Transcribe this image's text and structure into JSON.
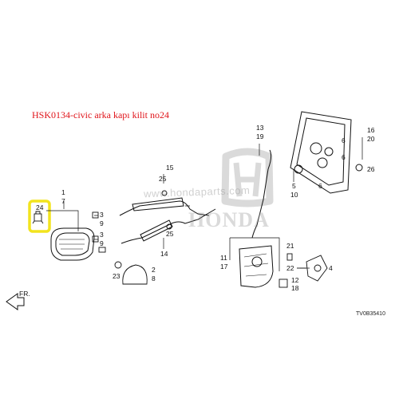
{
  "title": "HSK0134-civic arka kapı kilit no24",
  "watermark": {
    "url": "www.hondaparts.com",
    "brand": "HONDA"
  },
  "drawing_code": "TV0B35410",
  "direction": "FR.",
  "highlight_color": "#f2e41e",
  "title_color": "#e0141a",
  "callouts": {
    "n24": "24",
    "n1": "1",
    "n7": "7",
    "n3a": "3",
    "n9a": "9",
    "n3b": "3",
    "n9b": "9",
    "n15": "15",
    "n25a": "25",
    "n25b": "25",
    "n14": "14",
    "n23": "23",
    "n2": "2",
    "n8": "8",
    "n13": "13",
    "n19": "19",
    "n16": "16",
    "n20": "20",
    "n6a": "6",
    "n6b": "6",
    "n6c": "6",
    "n26": "26",
    "n5": "5",
    "n10": "10",
    "n21": "21",
    "n11": "11",
    "n17": "17",
    "n22": "22",
    "n4": "4",
    "n12": "12",
    "n18": "18"
  }
}
